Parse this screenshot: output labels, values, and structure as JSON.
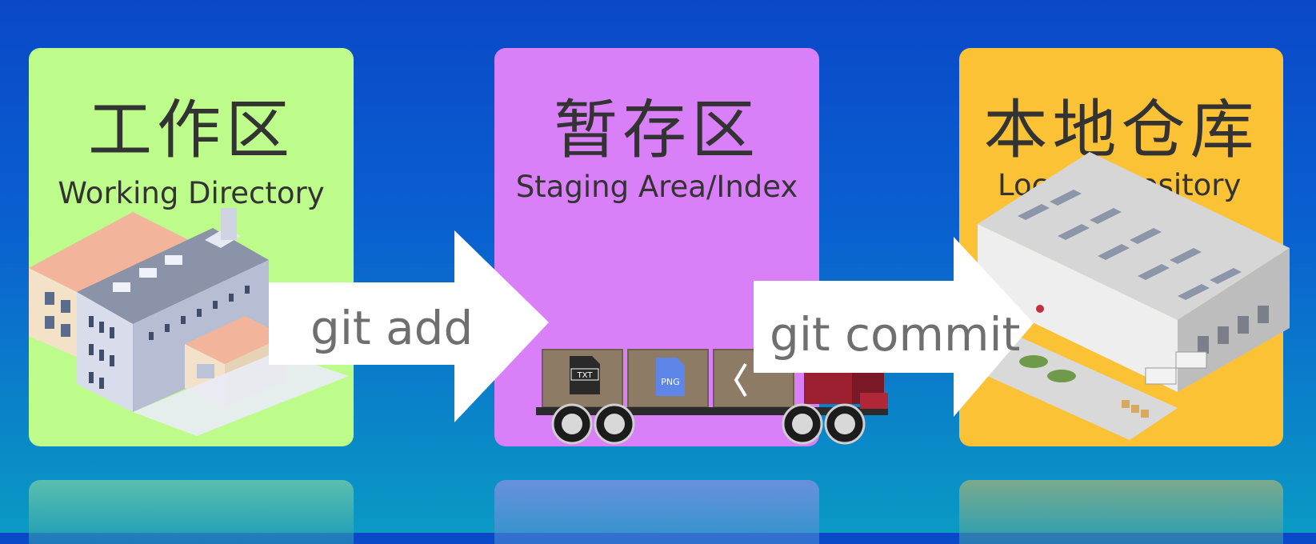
{
  "stages": [
    {
      "title_zh": "工作区",
      "title_en": "Working Directory"
    },
    {
      "title_zh": "暂存区",
      "title_en": "Staging Area/Index"
    },
    {
      "title_zh": "本地仓库",
      "title_en": "Local Repository"
    }
  ],
  "arrows": [
    {
      "label": "git add"
    },
    {
      "label": "git commit"
    }
  ],
  "files": [
    "TXT",
    "PNG"
  ],
  "colors": {
    "working": "#bdfb8a",
    "staging": "#d97ff7",
    "local": "#fcc236"
  }
}
